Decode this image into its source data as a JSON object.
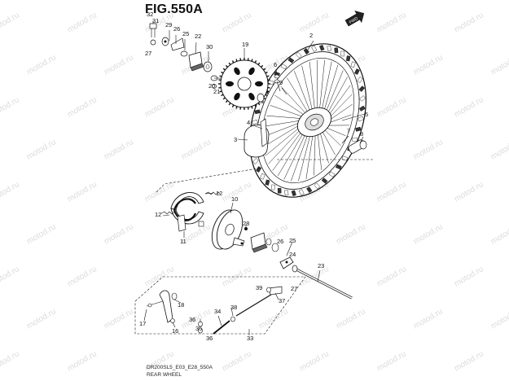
{
  "figure": {
    "title": "FIG.550A",
    "code": "DR200SL5_E03_E28_550A",
    "subtitle": "REAR WHEEL",
    "fwd_label": "FWD"
  },
  "watermark": "motod.ru",
  "callouts": [
    "32",
    "31",
    "27",
    "29",
    "26",
    "25",
    "22",
    "30",
    "19",
    "2",
    "6",
    "9",
    "20",
    "21",
    "4",
    "5",
    "3",
    "7",
    "8",
    "12",
    "10",
    "12",
    "28",
    "11",
    "26",
    "25",
    "24",
    "23",
    "39",
    "27",
    "37",
    "36",
    "38",
    "34",
    "17",
    "18",
    "16",
    "35",
    "36",
    "33"
  ]
}
